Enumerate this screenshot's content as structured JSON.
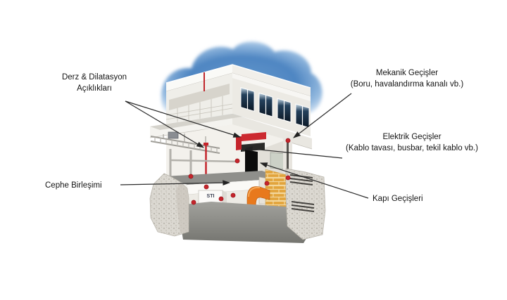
{
  "diagram": {
    "type": "building-firestop-cutaway-diagram",
    "callouts": {
      "derz": {
        "line1": "Derz & Dilatasyon",
        "line2": "Açıklıkları"
      },
      "mekanik": {
        "line1": "Mekanik Geçişler",
        "line2": "(Boru, havalandırma kanalı vb.)"
      },
      "elektrik": {
        "line1": "Elektrik Geçişler",
        "line2": "(Kablo tavası, busbar, tekil kablo vb.)"
      },
      "cephe": {
        "line1": "Cephe Birleşimi"
      },
      "kapi": {
        "line1": "Kapı Geçişleri"
      }
    },
    "illustration": {
      "cabinet_label": "STI"
    },
    "colors": {
      "firestop_red": "#c5242b",
      "sky_blue": "#4f86c2",
      "brick_yellow": "#e2a43c",
      "duct_orange": "#e8791d",
      "callout_line": "#2b2b2b"
    }
  }
}
